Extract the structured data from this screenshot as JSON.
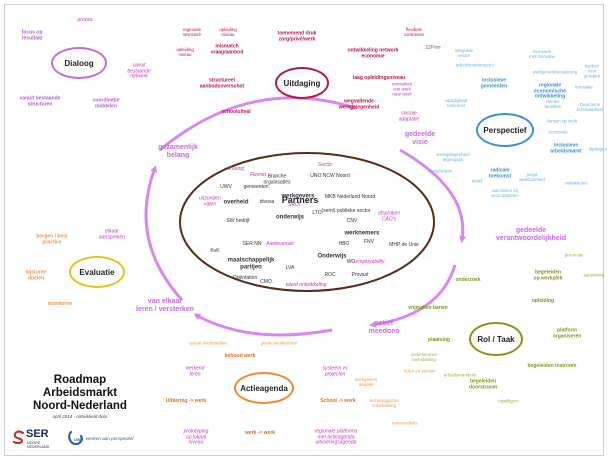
{
  "title": "Roadmap\nArbeidsmarkt\nNoord-Nederland",
  "subtitle": "april 2014 - ontwikkeld door",
  "logos": {
    "ser": "SER",
    "ser_sub": "NOORD\nNEDERLAND",
    "uwv": "UWV",
    "uwv_tagline": "werken aan perspectief"
  },
  "center": {
    "title": "Partners",
    "terms": [
      "Branche\norganisaties",
      "UNO NCW Noord",
      "UWV",
      "gemeenten",
      "werkgevers",
      "MKB Nederland Noord",
      "overheid",
      "divosa",
      "(semi) publieke sector",
      "LTO",
      "CNV",
      "onderwijs",
      "SW bedrijf",
      "werknemers",
      "SER NN",
      "HBO",
      "FNV",
      "MHP de Unie",
      "KvK",
      "maatschappelijk\npartijen",
      "Onderwijs",
      "WO",
      "Oriëntation",
      "LVA",
      "CMO",
      "ROC",
      "Provast",
      "Flexnet",
      "sharing",
      "uitzonden\nvaten",
      "SROI",
      "Sector",
      "Aanleverwel",
      "afspraken\nCAO's",
      "employability",
      "talent ontwikkeling"
    ]
  },
  "stages": {
    "dialoog": "Dialoog",
    "uitdaging": "Uitdaging",
    "perspectief": "Perspectief",
    "evaluatie": "Evaluatie",
    "rol_taak": "Rol / Taak",
    "actieagenda": "Actieagenda"
  },
  "transitions": {
    "gezamenlijk_belang": "gezamenlijk\nbelang",
    "gedeelde_visie": "gedeelde\nvisie",
    "gedeelde_verantwoordelijkheid": "gedeelde\nverantwoordelijkheid",
    "actief_meedoen": "actief\nmeedoen",
    "van_elkaar_leren": "van elkaar\nleren / versterken"
  },
  "dialoog_terms": [
    "focus op\nresultaat",
    "vanuit bestaande\nstructuren",
    "coördinatie\nmiddelen",
    "vanuit\nbestaande\nnetwerk",
    "proces"
  ],
  "uitdaging_terms": [
    "regionale\nmismatch",
    "opleiding\nniveau",
    "opleiding\nniveau",
    "mismatch\nvraag/aanbod",
    "toenemend druk\nzorg/privé/werk",
    "ontwikkeling network\neconomie",
    "laag opleidingsniveau",
    "structureel\naanbodsoverschot",
    "schooluitval",
    "wegvallende\nwerkgelegenheid",
    "flexibele\ncontracten",
    "ZZP'ers",
    "sociale\nadaptatie",
    "mentaliteit\nvan werk\nnaar werk"
  ],
  "perspectief_terms": [
    "inclusieve\ngemeenten",
    "regionale\neconomische\nontwikkeling",
    "inclusieve\narbeidsmarkt",
    "radicale\ntoekomst",
    "integratie\nsector",
    "mismatch\nmet innovatie",
    "arbeidsmarktregio's",
    "werken voor\ngroepen",
    "vaardigheid\ntoekomst",
    "werkgeversbenadering",
    "kansen op werk",
    "Duurzame\ninzetbaarheid",
    "economie",
    "werkgelegenheid\ntegengaan",
    "doelgroepen",
    "actief",
    "jeugd\nwerkloosheid",
    "aansluiten bij\nsectorplannen",
    "innovatie",
    "doelen\nbereiken",
    "bijdragen",
    "ontwikkelen"
  ],
  "evaluatie_terms": [
    "borgen / best\npractice",
    "bijsturen\ndoelen",
    "monitoren",
    "elkaar\naanspreken"
  ],
  "rol_terms": [
    "onderzoek",
    "begeleiden\nop werkplek",
    "opleiding",
    "vrijmaken banen",
    "plaatsing",
    "platform\norganiseren",
    "begeleiden instroom",
    "begeleiden\ndoorstroom",
    "ondersteunen\nbemiddeling",
    "arbeidsmarktinfo",
    "vrijwilligers",
    "pro-motie",
    "aansluiting"
  ],
  "actieagenda_terms": [
    "goede voorbeelden",
    "goede werkkansen",
    "behoud werk",
    "werkend\nleren",
    "systeem vs\nprojecten",
    "werkgevers\naanpak",
    "Uitkering -> werk",
    "School -> werk",
    "technologische\nontwikkeling",
    "werk -> werk",
    "prototyping\nop lokaal\nniveau",
    "regionale platforms\nmet actieagenda\nuitvoeringsagenda",
    "leren en werken",
    "intermediairs"
  ],
  "colors": {
    "dialoog": "#c36be3",
    "uitdaging": "#b8164e",
    "perspectief": "#3a8fd6",
    "evaluatie": "#e6c41a",
    "rol_taak": "#7a9a1a",
    "actieagenda": "#f08a2c",
    "cycle": "#d786f2",
    "partners": "#5a2a14"
  }
}
